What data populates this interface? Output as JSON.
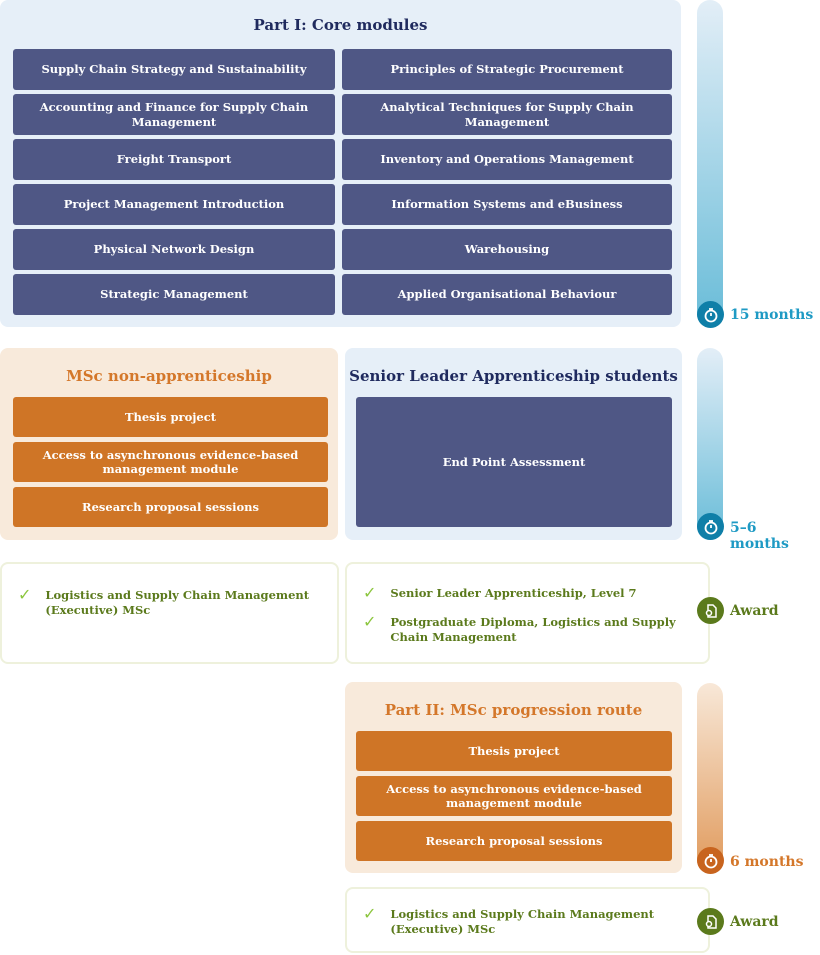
{
  "part1": {
    "title": "Part I: Core modules",
    "modules": [
      "Supply Chain Strategy and Sustainability",
      "Principles of Strategic Procurement",
      "Accounting and Finance for Supply Chain Management",
      "Analytical Techniques for Supply Chain Management",
      "Freight Transport",
      "Inventory and Operations Management",
      "Project Management Introduction",
      "Information Systems and eBusiness",
      "Physical Network Design",
      "Warehousing",
      "Strategic Management",
      "Applied Organisational Behaviour"
    ],
    "duration": "15 months"
  },
  "msc": {
    "title": "MSc non-apprenticeship",
    "items": [
      "Thesis project",
      "Access to asynchronous evidence-based management module",
      "Research proposal sessions"
    ]
  },
  "sla": {
    "title": "Senior Leader Apprenticeship students",
    "items": [
      "End Point Assessment"
    ],
    "duration": "5–6 months"
  },
  "award1": {
    "left": [
      "Logistics and Supply Chain Management (Executive) MSc"
    ],
    "right": [
      "Senior Leader Apprenticeship, Level 7",
      "Postgraduate Diploma, Logistics and Supply Chain Management"
    ],
    "label": "Award"
  },
  "part2": {
    "title": "Part II: MSc progression route",
    "items": [
      "Thesis project",
      "Access to asynchronous evidence-based management module",
      "Research proposal sessions"
    ],
    "duration": "6 months"
  },
  "award2": {
    "items": [
      "Logistics and Supply Chain Management (Executive) MSc"
    ],
    "label": "Award"
  },
  "colors": {
    "navy": "#4f5785",
    "orange": "#cf7526",
    "teal": "#1e9ac4",
    "green": "#5b7a1c"
  }
}
